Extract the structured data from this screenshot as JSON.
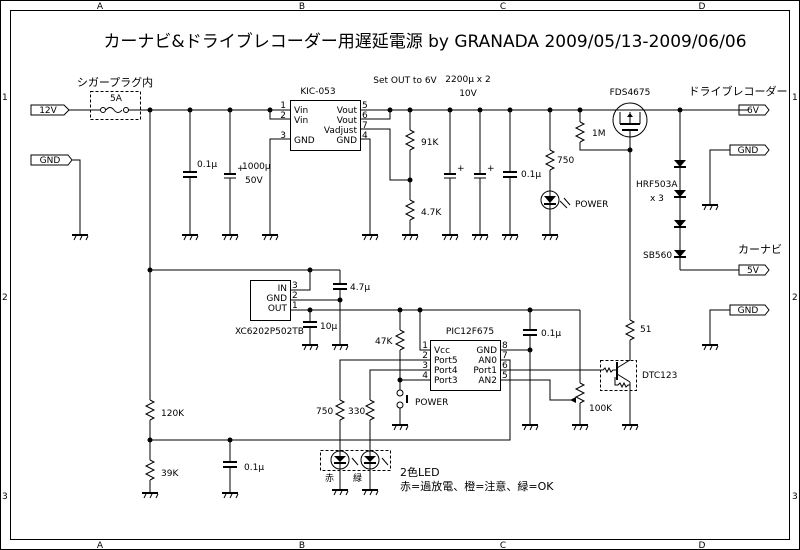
{
  "title": "カーナビ&ドライブレコーダー用遅延電源 by GRANADA 2009/05/13-2009/06/06",
  "frame": {
    "columns": [
      "A",
      "B",
      "C",
      "D"
    ],
    "rows": [
      "1",
      "2",
      "3"
    ]
  },
  "ports": {
    "in_12v": "12V",
    "gnd_left": "GND",
    "out_6v": "6V",
    "gnd_right_top": "GND",
    "out_5v": "5V",
    "gnd_right_mid": "GND"
  },
  "annotations": {
    "cigar_plug": "シガープラグ内",
    "fuse": "5A",
    "set_out": "Set OUT to 6V",
    "bulk_caps": "2200μ x 2",
    "bulk_caps_voltage": "10V",
    "drive_recorder": "ドライブレコーダー",
    "car_navi": "カーナビ",
    "diode_count": "x 3",
    "led_title": "2色LED",
    "led_legend": "赤=過放電、橙=注意、緑=OK",
    "led_red": "赤",
    "led_green": "緑"
  },
  "components": {
    "kic053": {
      "name": "KIC-053",
      "pins": [
        {
          "num": "1",
          "label": "Vin"
        },
        {
          "num": "2",
          "label": "Vin"
        },
        {
          "num": "3",
          "label": "GND"
        },
        {
          "num": "5",
          "label": "Vout"
        },
        {
          "num": "6",
          "label": "Vout"
        },
        {
          "num": "7",
          "label": "Vadjust"
        },
        {
          "num": "4",
          "label": "GND"
        }
      ]
    },
    "xc6202": {
      "name": "XC6202P502TB",
      "pins": [
        {
          "num": "3",
          "label": "IN"
        },
        {
          "num": "2",
          "label": "GND"
        },
        {
          "num": "1",
          "label": "OUT"
        }
      ]
    },
    "pic": {
      "name": "PIC12F675",
      "pins": [
        {
          "num": "1",
          "label": "Vcc"
        },
        {
          "num": "2",
          "label": "Port5"
        },
        {
          "num": "3",
          "label": "Port4"
        },
        {
          "num": "4",
          "label": "Port3"
        },
        {
          "num": "8",
          "label": "GND"
        },
        {
          "num": "7",
          "label": "AN0"
        },
        {
          "num": "6",
          "label": "Port1"
        },
        {
          "num": "5",
          "label": "AN2"
        }
      ]
    },
    "mosfet": "FDS4675",
    "transistor": "DTC123",
    "diodes": "HRF503A",
    "schottky": "SB560",
    "values": {
      "c_in_small": "0.1μ",
      "c_in_bulk": "1000μ",
      "c_in_bulk_v": "50V",
      "r_top": "91K",
      "r_bottom": "4.7K",
      "c_out_small": "0.1μ",
      "r_led": "750",
      "led_power": "POWER",
      "r_gate": "1M",
      "c_xc_in": "4.7μ",
      "c_xc_out": "10μ",
      "r_pullup": "47K",
      "c_pic": "0.1μ",
      "r_base": "51",
      "pot": "100K",
      "sw_power": "POWER",
      "r_div_top": "120K",
      "r_div_bottom": "39K",
      "c_div": "0.1μ",
      "r_red": "750",
      "r_green": "330"
    }
  }
}
